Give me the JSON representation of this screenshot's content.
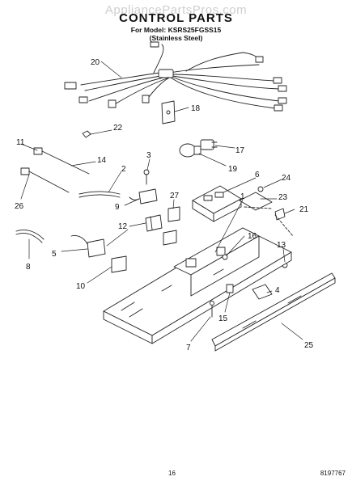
{
  "header": {
    "watermark": "AppliancePartsPros.com",
    "title": "CONTROL PARTS",
    "model_line": "For Model: KSRS25FGSS15",
    "variant": "(Stainless Steel)"
  },
  "footer": {
    "page_number": "16",
    "document_number": "8197767"
  },
  "callouts": {
    "c1": "1",
    "c2": "2",
    "c3": "3",
    "c4": "4",
    "c5": "5",
    "c6": "6",
    "c7": "7",
    "c8": "8",
    "c9": "9",
    "c10": "10",
    "c11": "11",
    "c12": "12",
    "c13": "13",
    "c14": "14",
    "c15": "15",
    "c16": "16",
    "c17": "17",
    "c18": "18",
    "c19": "19",
    "c20": "20",
    "c21": "21",
    "c22": "22",
    "c23": "23",
    "c24": "24",
    "c25": "25",
    "c26": "26",
    "c27": "27"
  }
}
